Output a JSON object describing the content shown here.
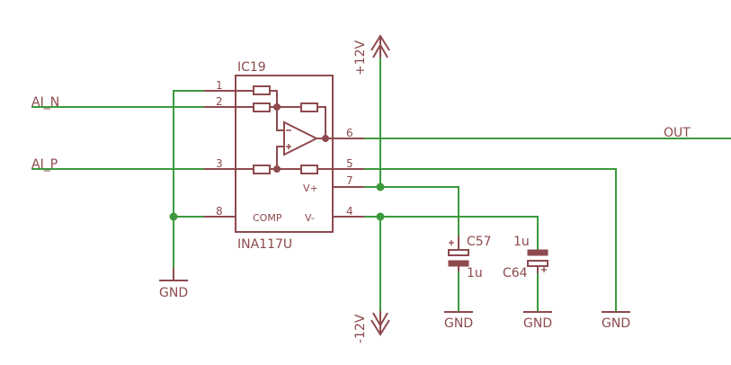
{
  "ic": {
    "name": "IC19",
    "value": "INA117U",
    "pins": {
      "p1": "1",
      "p2": "2",
      "p3": "3",
      "p4": "4",
      "p5": "5",
      "p6": "6",
      "p7": "7",
      "p8": "8"
    },
    "labels": {
      "vplus": "V+",
      "vminus": "V-",
      "comp": "COMP"
    }
  },
  "nets": {
    "ai_n": "AI_N",
    "ai_p": "AI_P",
    "out": "OUT",
    "gnd": "GND",
    "vpos": "+12V",
    "vneg": "-12V"
  },
  "caps": {
    "c57": {
      "name": "C57",
      "value": "1u"
    },
    "c64": {
      "name": "C64",
      "value": "1u"
    }
  },
  "colors": {
    "wire": "#3c9a3c",
    "part": "#8e4a4e",
    "background": "#ffffff"
  }
}
